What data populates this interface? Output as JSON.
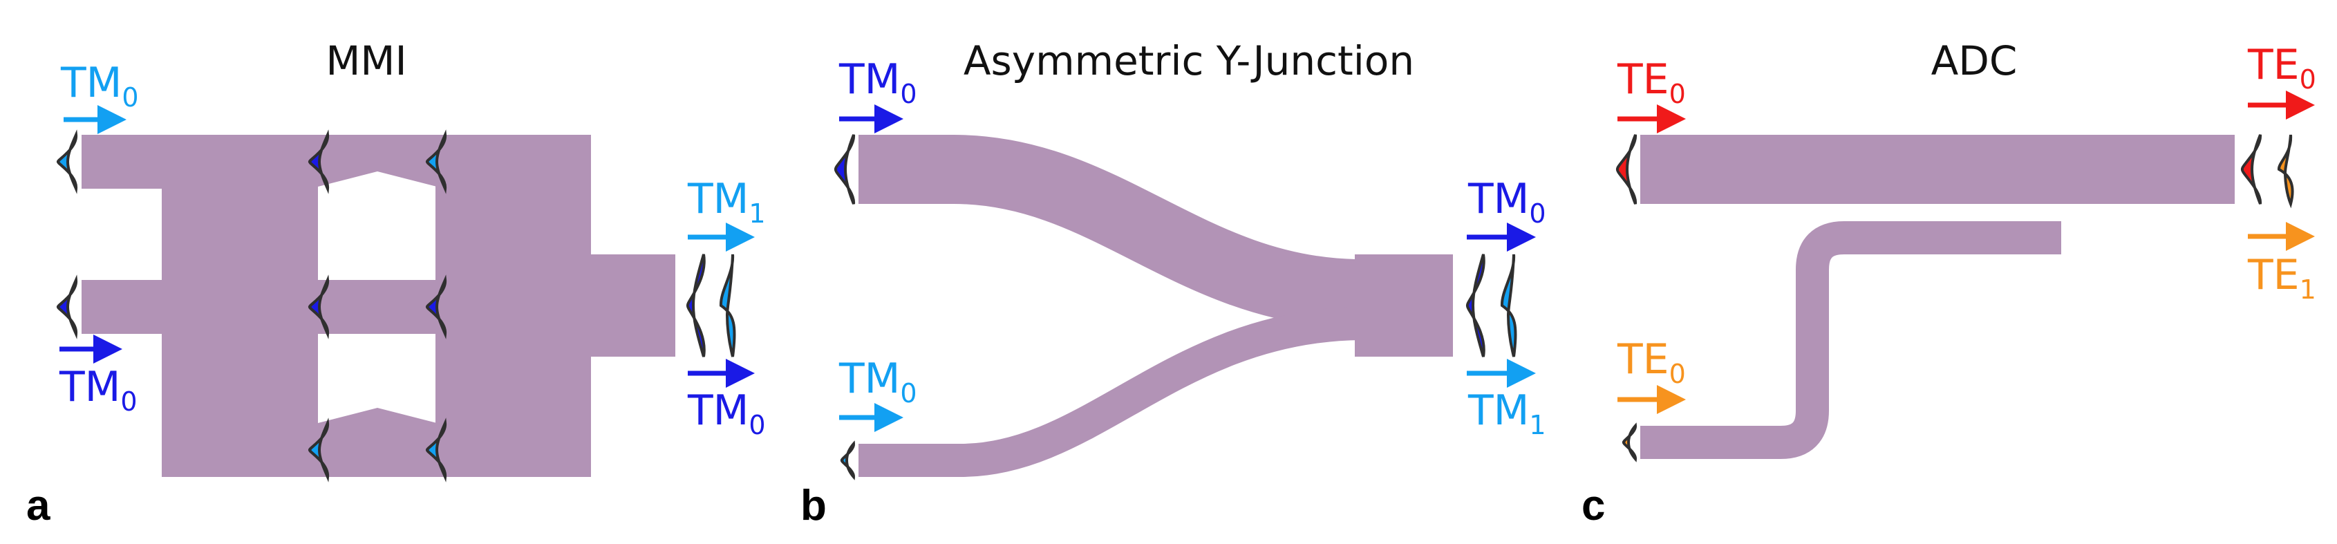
{
  "colors": {
    "waveguide": "#b293b6",
    "tm0": "#1a1ae6",
    "tm1": "#12a0f2",
    "te0": "#f01a1a",
    "te1": "#f7931e",
    "outline": "#2f2f2f"
  },
  "panels": [
    {
      "letter": "a",
      "title": "MMI",
      "labels": [
        {
          "base": "TM",
          "sub": "0"
        },
        {
          "base": "TM",
          "sub": "0"
        },
        {
          "base": "TM",
          "sub": "1"
        },
        {
          "base": "TM",
          "sub": "0"
        }
      ]
    },
    {
      "letter": "b",
      "title": "Asymmetric Y-Junction",
      "labels": [
        {
          "base": "TM",
          "sub": "0"
        },
        {
          "base": "TM",
          "sub": "0"
        },
        {
          "base": "TM",
          "sub": "0"
        },
        {
          "base": "TM",
          "sub": "1"
        }
      ]
    },
    {
      "letter": "c",
      "title": "ADC",
      "labels": [
        {
          "base": "TE",
          "sub": "0"
        },
        {
          "base": "TE",
          "sub": "0"
        },
        {
          "base": "TE",
          "sub": "0"
        },
        {
          "base": "TE",
          "sub": "1"
        }
      ]
    }
  ]
}
